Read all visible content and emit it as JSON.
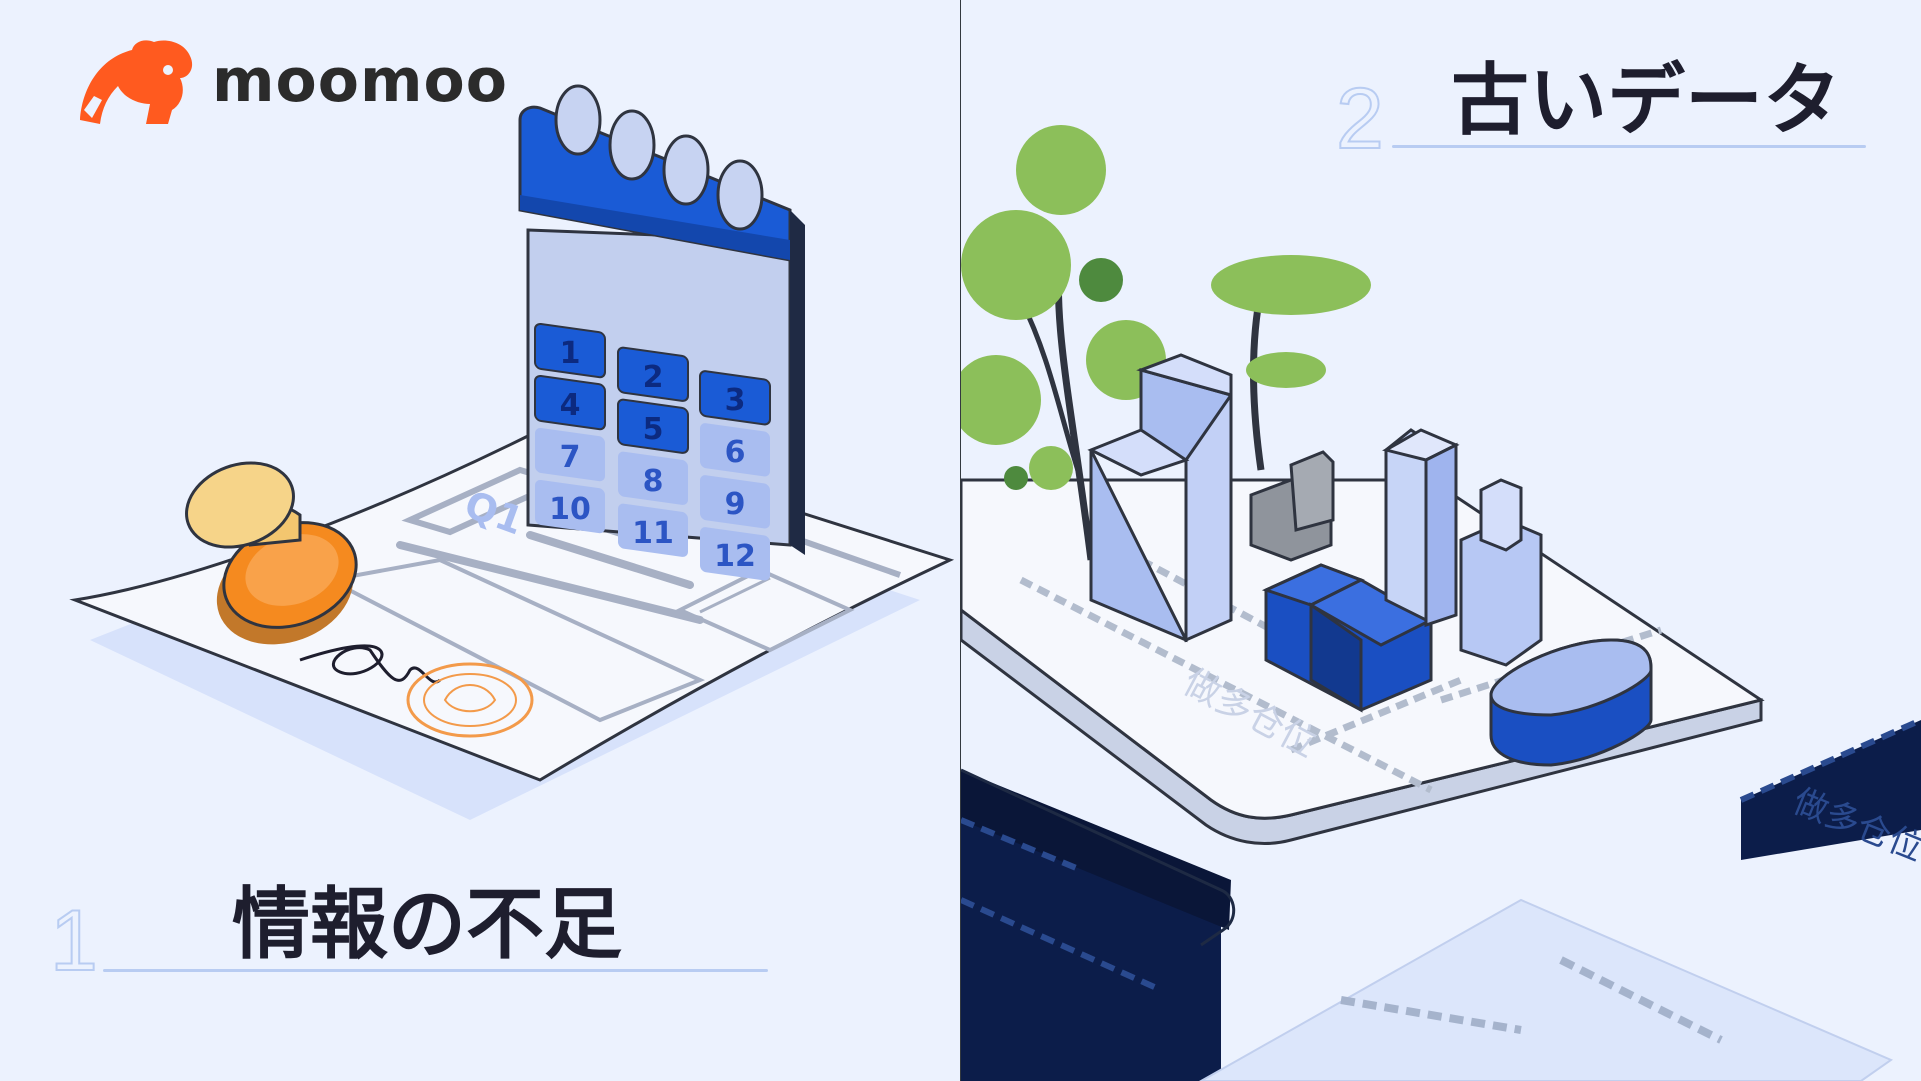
{
  "brand": {
    "name": "moomoo",
    "logo_color": "#ff5a1f",
    "icon": "bull-head-icon"
  },
  "sections": [
    {
      "number": "1",
      "title": "情報の不足",
      "calendar": {
        "days": [
          "1",
          "2",
          "3",
          "4",
          "5",
          "6",
          "7",
          "8",
          "9",
          "10",
          "11",
          "12"
        ],
        "quarter_label": "Q1",
        "accent": "#1a5bd6"
      },
      "icons": [
        "stamp-icon",
        "document-icon",
        "seal-icon",
        "calendar-icon"
      ]
    },
    {
      "number": "2",
      "title": "古いデータ",
      "map_text": "做多仓位",
      "icons": [
        "city-block-icon",
        "tree-icon",
        "building-icon"
      ]
    }
  ],
  "colors": {
    "background": "#ecf2fe",
    "rule": "#b8ccf2",
    "title_text": "#1e1e2e",
    "navy": "#0c1d4a",
    "tree_green": "#8cbf5a"
  }
}
